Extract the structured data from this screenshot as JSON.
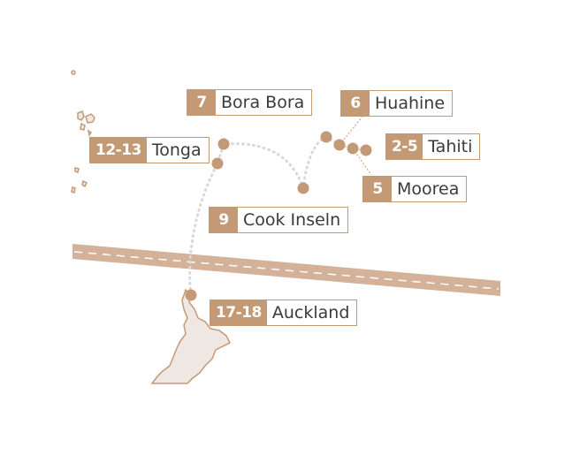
{
  "colors": {
    "accent": "#c49a76",
    "land_fill": "#efe8e2",
    "land_stroke": "#c49a76",
    "route": "#d8d8d8",
    "text": "#3a3a3a"
  },
  "stops": [
    {
      "id": "tahiti",
      "days": "2-5",
      "name": "Tahiti"
    },
    {
      "id": "moorea",
      "days": "5",
      "name": "Moorea"
    },
    {
      "id": "huahine",
      "days": "6",
      "name": "Huahine"
    },
    {
      "id": "bora-bora",
      "days": "7",
      "name": "Bora Bora"
    },
    {
      "id": "cook-inseln",
      "days": "9",
      "name": "Cook Inseln"
    },
    {
      "id": "tonga",
      "days": "12-13",
      "name": "Tonga"
    },
    {
      "id": "auckland",
      "days": "17-18",
      "name": "Auckland"
    }
  ]
}
